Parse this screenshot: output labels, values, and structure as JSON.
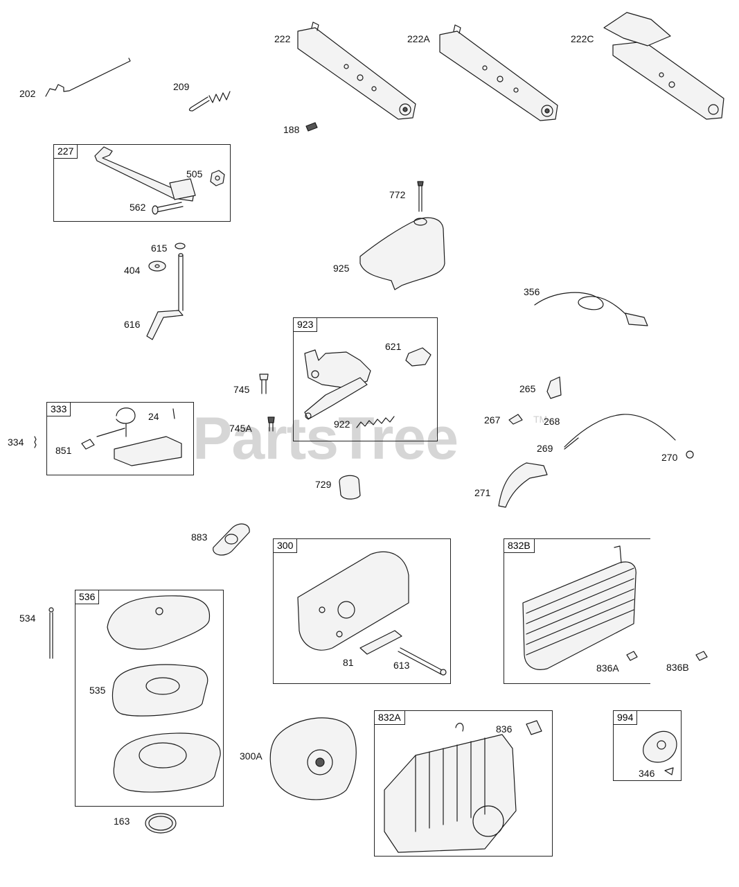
{
  "watermark": {
    "text": "PartsTree",
    "trademark": "TM"
  },
  "part_labels": {
    "p202": "202",
    "p209": "209",
    "p222": "222",
    "p188": "188",
    "p222a": "222A",
    "p222c": "222C",
    "p505": "505",
    "p562": "562",
    "p772": "772",
    "p615": "615",
    "p404": "404",
    "p925": "925",
    "p616": "616",
    "p356": "356",
    "p621": "621",
    "p745": "745",
    "p265": "265",
    "p745a": "745A",
    "p922": "922",
    "p267": "267",
    "p268": "268",
    "p24": "24",
    "p334": "334",
    "p851": "851",
    "p269": "269",
    "p270": "270",
    "p729": "729",
    "p271": "271",
    "p883": "883",
    "p534": "534",
    "p535": "535",
    "p81": "81",
    "p613": "613",
    "p836a": "836A",
    "p836b": "836B",
    "p836": "836",
    "p300a": "300A",
    "p346": "346",
    "p163": "163"
  },
  "kits": {
    "k227": "227",
    "k923": "923",
    "k333": "333",
    "k300": "300",
    "k832b": "832B",
    "k536": "536",
    "k832a": "832A",
    "k994": "994"
  }
}
